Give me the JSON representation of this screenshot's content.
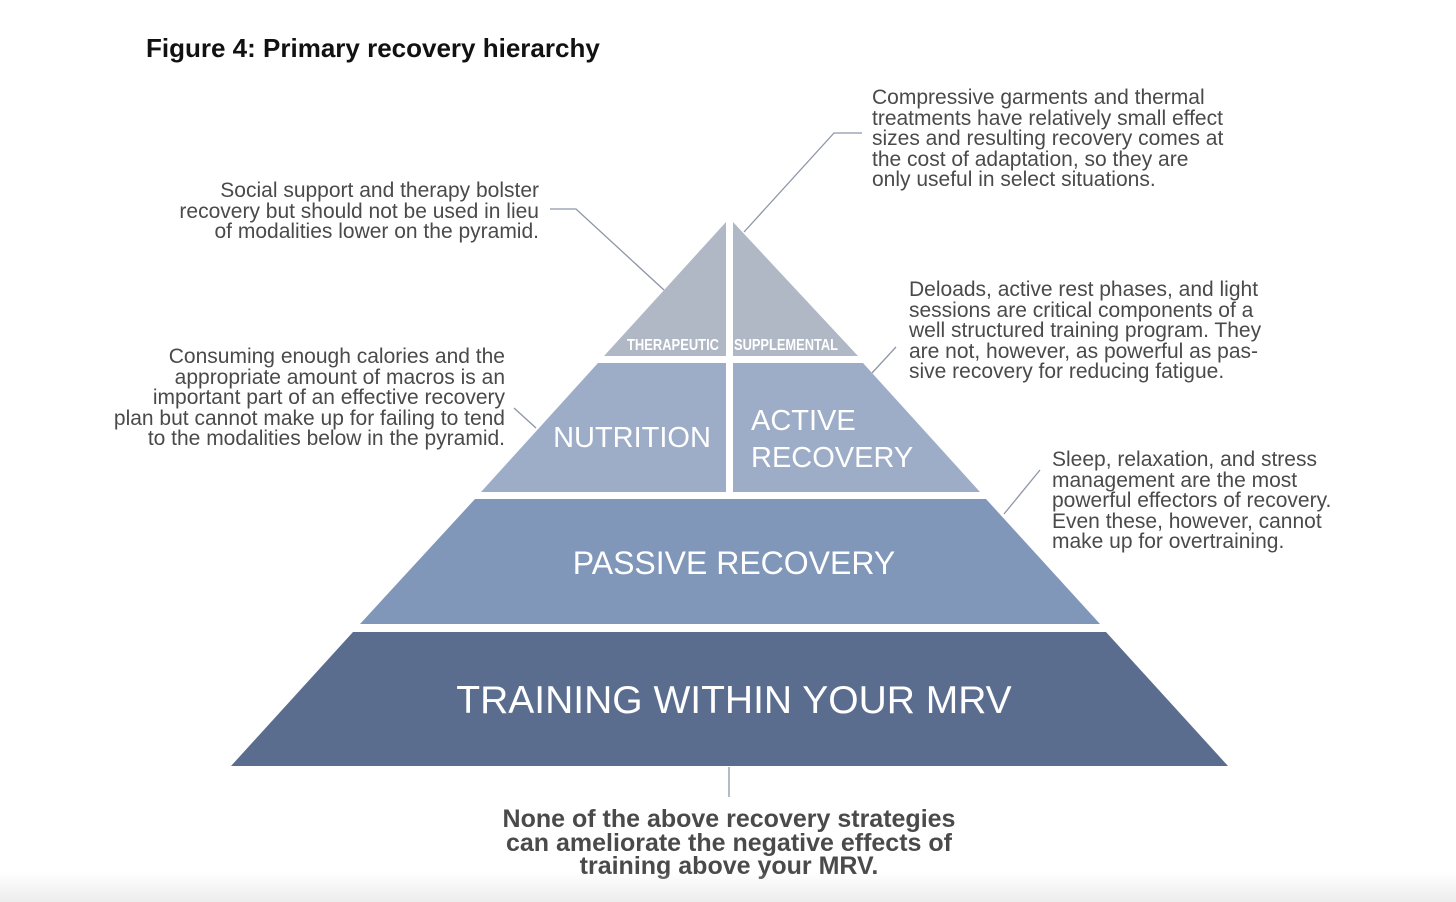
{
  "title": "Figure 4: Primary recovery hierarchy",
  "tiers": {
    "therapeutic": "THERAPEUTIC",
    "supplemental": "SUPPLEMENTAL",
    "nutrition": "NUTRITION",
    "active_recovery_line1": "ACTIVE",
    "active_recovery_line2": "RECOVERY",
    "passive_recovery": "PASSIVE RECOVERY",
    "training": "TRAINING WITHIN YOUR MRV"
  },
  "notes": {
    "social_support": "Social support and therapy bolster\nrecovery but should not be used in lieu\nof modalities lower on the pyramid.",
    "compressive": "Compressive garments and thermal\ntreatments have relatively small effect\nsizes and resulting recovery comes at\nthe cost of adaptation, so they are\nonly useful in select situations.",
    "nutrition": "Consuming enough calories and the\nappropriate amount of macros is an\nimportant part of an effective recovery\nplan but cannot make up for failing to tend\nto the modalities below in the pyramid.",
    "deloads": "Deloads, active rest phases, and light\nsessions are critical components of a\nwell structured training program. They\nare not, however, as powerful as pas-\nsive recovery for reducing fatigue.",
    "sleep": "Sleep, relaxation, and stress\nmanagement are the most\npowerful effectors of recovery.\nEven these, however, cannot\nmake up for overtraining."
  },
  "bottom_note": "None of the above recovery strategies\ncan ameliorate the negative effects of\ntraining above your MRV.",
  "colors": {
    "top_tier": "#b0b8c6",
    "second_tier": "#9dadc8",
    "third_tier": "#8097b9",
    "base_tier": "#5b6d8f",
    "connector": "#8d96a6"
  }
}
